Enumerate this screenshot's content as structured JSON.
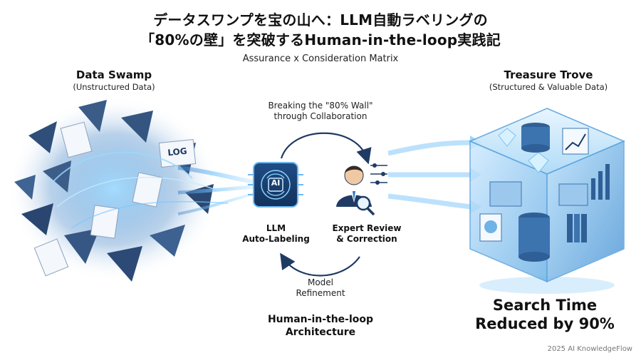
{
  "title_line1": "データスワンプを宝の山へ：LLM自動ラベリングの",
  "title_line2": "「80%の壁」を突破するHuman-in-the-loop実践記",
  "subtitle": "Assurance x Consideration Matrix",
  "left": {
    "heading": "Data Swamp",
    "sub": "(Unstructured Data)",
    "doc_label": "LOG"
  },
  "right": {
    "heading": "Treasure Trove",
    "sub": "(Structured & Valuable Data)"
  },
  "loop": {
    "top_label_line1": "Breaking the \"80% Wall\"",
    "top_label_line2": "through Collaboration",
    "bottom_label_line1": "Model",
    "bottom_label_line2": "Refinement",
    "llm_chip_text": "AI",
    "llm_line1": "LLM",
    "llm_line2": "Auto-Labeling",
    "expert_line1": "Expert Review",
    "expert_line2": "& Correction",
    "arch_line1": "Human-in-the-loop",
    "arch_line2": "Architecture"
  },
  "result": {
    "line1": "Search Time",
    "line2": "Reduced by 90%"
  },
  "footer": "2025 AI KnowledgeFlow",
  "colors": {
    "accent_blue": "#2a78c8",
    "navy": "#1f3b64",
    "glow": "#8fd3ff"
  }
}
